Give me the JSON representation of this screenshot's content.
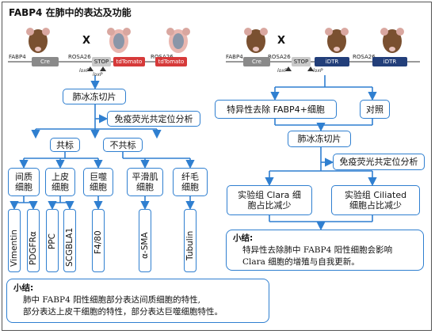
{
  "title": "FABP4 在肺中的表达及功能",
  "left": {
    "cross_symbol": "X",
    "gene_labels": {
      "fabp4": "FABP4",
      "rosa_a": "ROSA26",
      "rosa_b": "ROSA26"
    },
    "segments": {
      "cre": "Cre",
      "stop": "STOP",
      "tdtomato_a": "tdTomato",
      "tdtomato_b": "tdTomato"
    },
    "loxp_a": "loxP",
    "loxp_b": "loxP",
    "section": "肺冰冻切片",
    "staining": "免疫荧光共定位分析",
    "colabel": "共标",
    "noncolabel": "不共标",
    "cell_types": [
      "间质\n细胞",
      "上皮\n细胞",
      "巨噬\n细胞",
      "平滑肌\n细胞",
      "纤毛\n细胞"
    ],
    "markers": [
      "Vimentin",
      "PDGFRα",
      "PPC",
      "SCGBLA1",
      "F4/80",
      "α-SMA",
      "Tubulin"
    ],
    "summary_head": "小结:",
    "summary_lines": [
      "肺中 FABP4 阳性细胞部分表达间质细胞的特性,",
      "部分表达上皮干细胞的特性，部分表达巨噬细胞特性。"
    ]
  },
  "right": {
    "cross_symbol": "X",
    "gene_labels": {
      "fabp4": "FABP4",
      "rosa_a": "ROSA26",
      "rosa_b": "ROSA26"
    },
    "segments": {
      "cre": "Cre",
      "stop": "STOP",
      "idtr_a": "iDTR",
      "idtr_b": "iDTR"
    },
    "loxp_a": "loxP",
    "loxp_b": "loxP",
    "ablation": "特异性去除 FABP4+细胞",
    "control": "对照",
    "section": "肺冰冻切片",
    "staining": "免疫荧光共定位分析",
    "result_clara": "实验组 Clara 细\n胞占比减少",
    "result_ciliated": "实验组 Ciliated\n细胞占比减少",
    "summary_head": "小结:",
    "summary_lines": [
      "特异性去除肺中 FABP4 阳性细胞会影响",
      "Clara 细胞的增殖与自我更新。"
    ]
  },
  "colors": {
    "line": "#2f7fd0",
    "cre": "#8a8a8a",
    "stop": "#c9c9c9",
    "tdtomato": "#d63a3a",
    "idtr": "#233f7a"
  }
}
